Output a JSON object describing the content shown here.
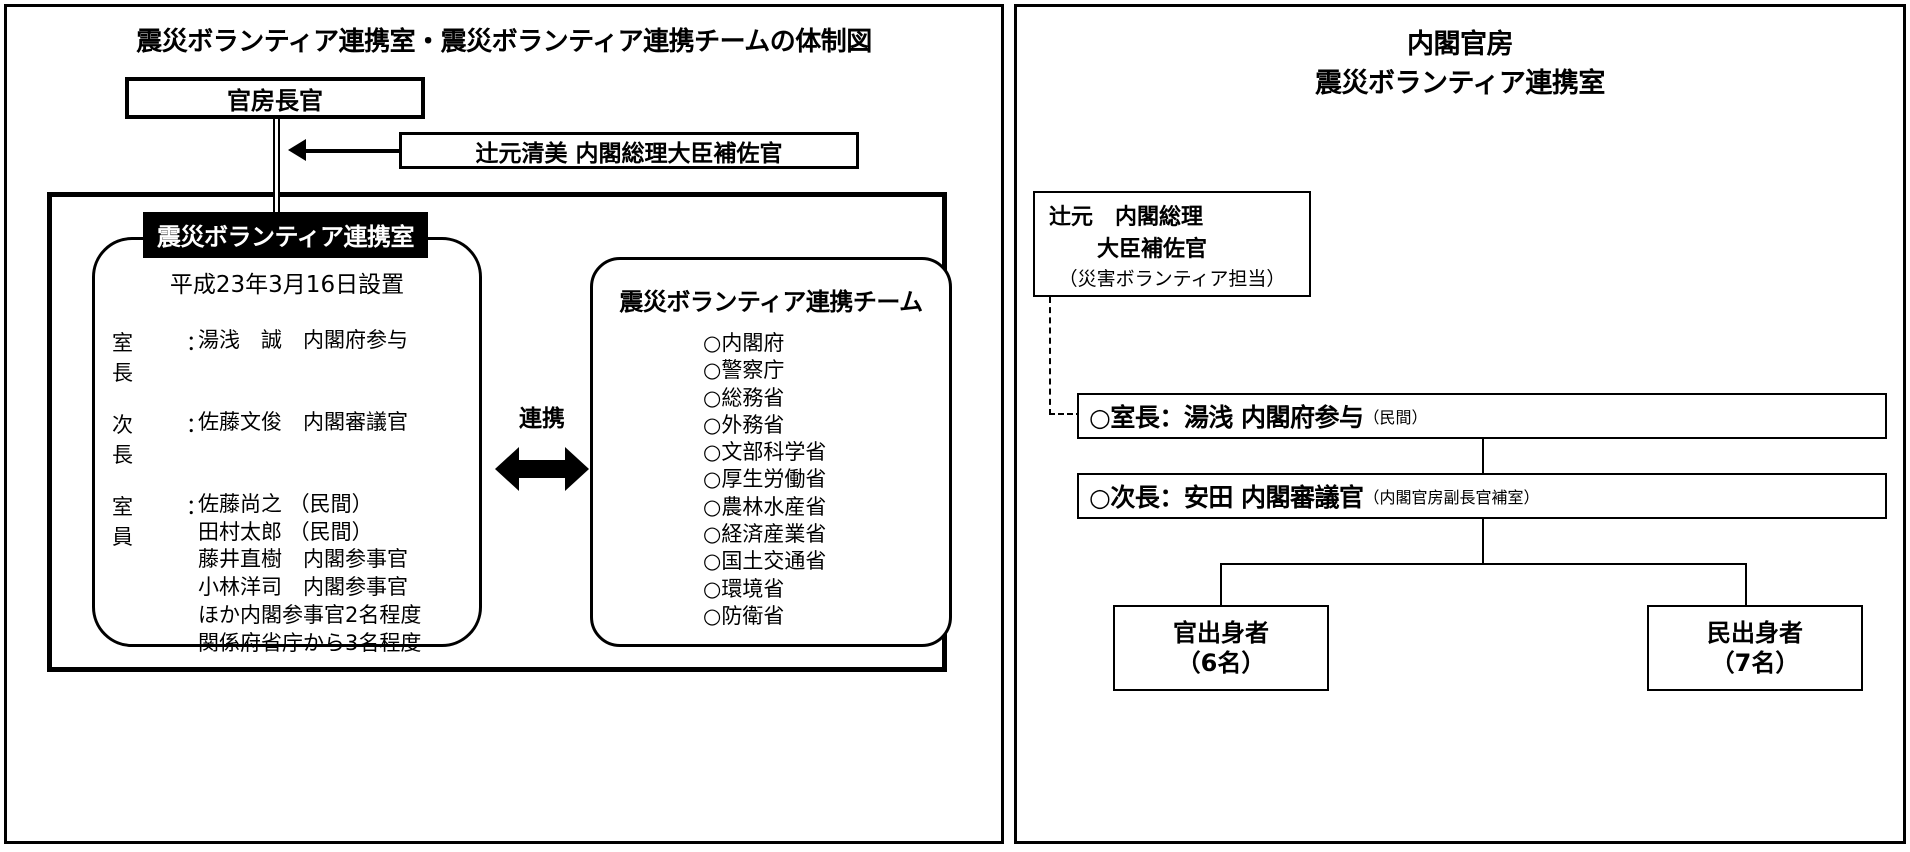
{
  "left": {
    "title": "震災ボランティア連携室・震災ボランティア連携チームの体制図",
    "chief_cabinet_secretary": "官房長官",
    "special_advisor": "辻元清美  内閣総理大臣補佐官",
    "office": {
      "label": "震災ボランティア連携室",
      "established": "平成23年3月16日設置",
      "rows": [
        {
          "role": "室 長",
          "colon": "：",
          "lines": [
            "湯浅　誠　内閣府参与"
          ]
        },
        {
          "role": "次 長",
          "colon": "：",
          "lines": [
            "佐藤文俊　内閣審議官"
          ]
        },
        {
          "role": "室 員",
          "colon": "：",
          "lines": [
            "佐藤尚之 （民間）",
            "田村太郎 （民間）",
            "藤井直樹　内閣参事官",
            "小林洋司　内閣参事官",
            "ほか内閣参事官2名程度",
            "関係府省庁から3名程度"
          ]
        }
      ]
    },
    "link_label": "連携",
    "team": {
      "title": "震災ボランティア連携チーム",
      "members": [
        "○内閣府",
        "○警察庁",
        "○総務省",
        "○外務省",
        "○文部科学省",
        "○厚生労働省",
        "○農林水産省",
        "○経済産業省",
        "○国土交通省",
        "○環境省",
        "○防衛省"
      ]
    }
  },
  "right": {
    "title_line1": "内閣官房",
    "title_line2": "震災ボランティア連携室",
    "advisor": {
      "line1": "辻元　内閣総理",
      "line2": "大臣補佐官",
      "line3": "（災害ボランティア担当）"
    },
    "chief": {
      "main": "○室長：湯浅 内閣府参与",
      "sub": "（民間）"
    },
    "deputy": {
      "main": "○次長：安田 内閣審議官",
      "sub": "（内閣官房副長官補室）"
    },
    "bottom_left": {
      "line1": "官出身者",
      "line2": "（6名）"
    },
    "bottom_right": {
      "line1": "民出身者",
      "line2": "（7名）"
    }
  },
  "colors": {
    "ink": "#000000",
    "paper": "#ffffff"
  }
}
